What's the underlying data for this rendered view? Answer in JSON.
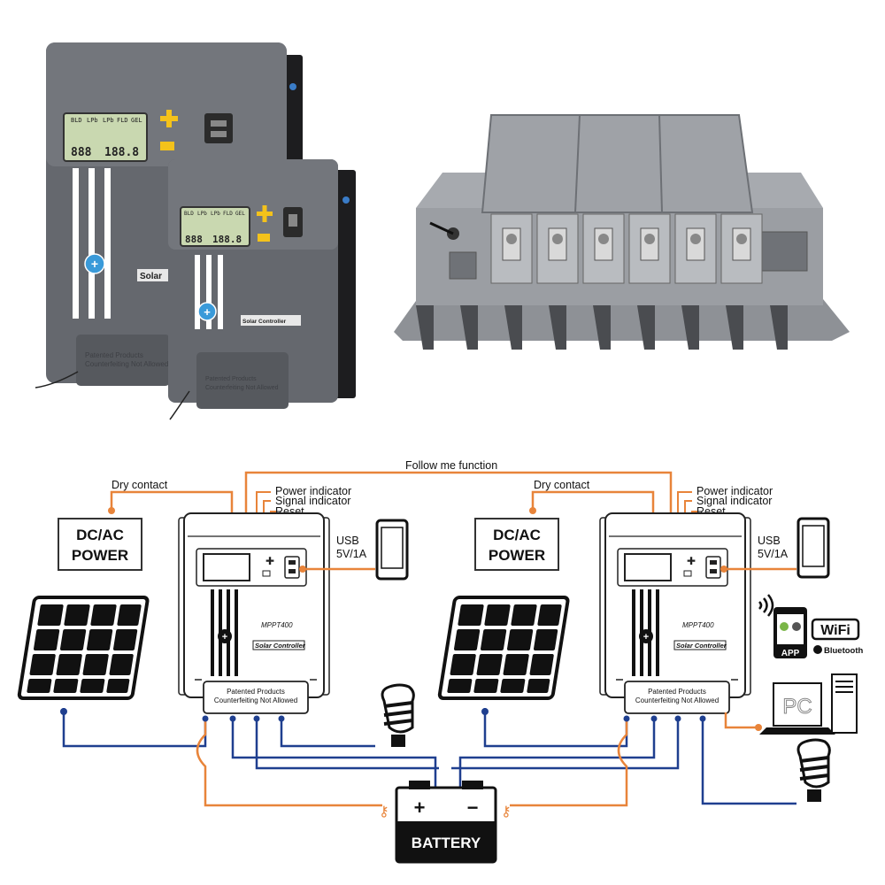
{
  "colors": {
    "wire_orange": "#e8843a",
    "wire_blue": "#1f3f8f",
    "unit_gray": "#5e6167",
    "lcd_green": "#c9d8b0",
    "button_yellow": "#f4c21b",
    "button_blue": "#3a9ad9"
  },
  "photo_unit_large": {
    "lcd_tabs": [
      "BLD",
      "LPb",
      "LPb",
      "FLD",
      "GEL"
    ],
    "lcd_digits_left": "888",
    "lcd_digits_right": "188.8",
    "label": "Solar",
    "footer_line1": "Patented Products",
    "footer_line2": "Counterfeiting Not Allowed"
  },
  "photo_unit_small": {
    "lcd_tabs": [
      "BLD",
      "LPb",
      "LPb",
      "FLD",
      "GEL"
    ],
    "lcd_digits_left": "888",
    "lcd_digits_right": "188.8",
    "label": "Solar Controller",
    "footer_line1": "Patented Products",
    "footer_line2": "Counterfeiting Not Allowed"
  },
  "diagram": {
    "follow_me": "Follow me function",
    "left": {
      "dry_contact": "Dry contact",
      "power_indicator": "Power indicator",
      "signal_indicator": "Signal indicator",
      "reset": "Reset",
      "dcac_line1": "DC/AC",
      "dcac_line2": "POWER",
      "usb_line1": "USB",
      "usb_line2": "5V/1A",
      "model": "MPPT400",
      "controller_label": "Solar Controller",
      "footer_line1": "Patented Products",
      "footer_line2": "Counterfeiting Not Allowed"
    },
    "right": {
      "dry_contact": "Dry contact",
      "power_indicator": "Power indicator",
      "signal_indicator": "Signal indicator",
      "reset": "Reset",
      "dcac_line1": "DC/AC",
      "dcac_line2": "POWER",
      "usb_line1": "USB",
      "usb_line2": "5V/1A",
      "model": "MPPT400",
      "controller_label": "Solar Controller",
      "footer_line1": "Patented Products",
      "footer_line2": "Counterfeiting Not Allowed"
    },
    "app_label": "APP",
    "wifi_label": "WiFi",
    "bluetooth_label": "Bluetooth",
    "pc_label": "PC",
    "battery_label": "BATTERY",
    "battery_plus": "+",
    "battery_minus": "−"
  }
}
